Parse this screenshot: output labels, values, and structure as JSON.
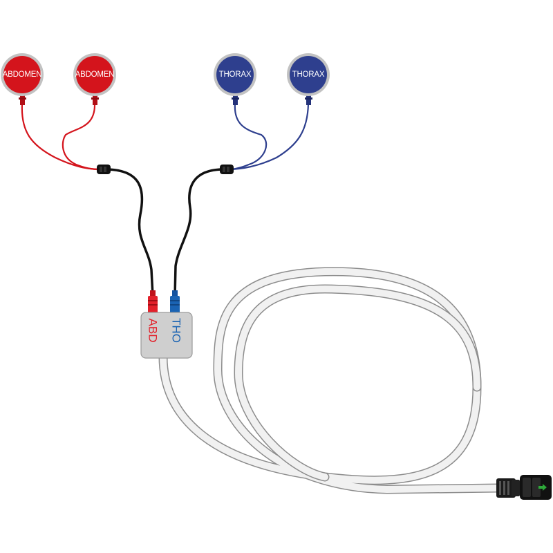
{
  "electrodes": [
    {
      "label": "ABDOMEN",
      "group": "abd"
    },
    {
      "label": "ABDOMEN",
      "group": "abd"
    },
    {
      "label": "THORAX",
      "group": "tho"
    },
    {
      "label": "THORAX",
      "group": "tho"
    }
  ],
  "junction_box": {
    "left_label": "ABD",
    "right_label": "THO"
  },
  "colors": {
    "abdomen": "#d4141c",
    "thorax": "#2e3f8e",
    "abd_text": "#e2202a",
    "tho_text": "#1a63b3",
    "cable_black": "#111111",
    "cable_white": "#f1f1f1",
    "box_fill": "#cfcfcf",
    "connector_arrow": "#2ea83a"
  }
}
